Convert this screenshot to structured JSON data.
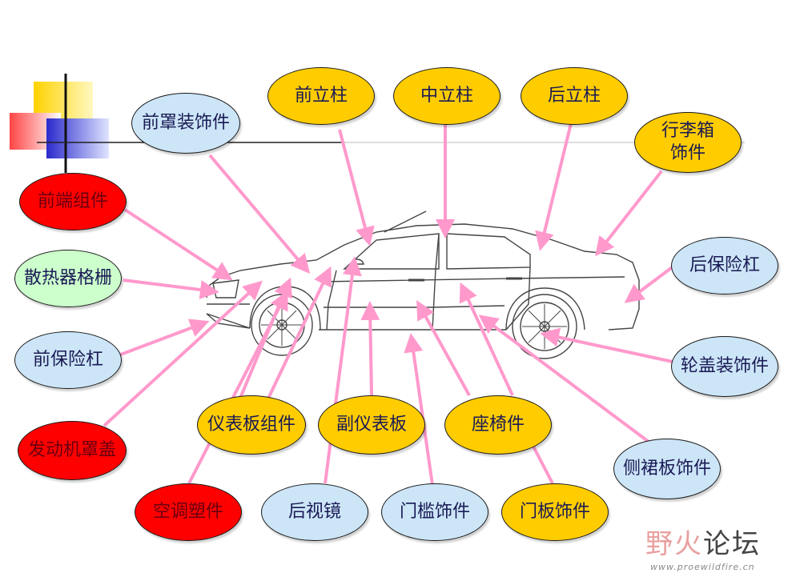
{
  "labels": {
    "qian_li_zhu": "前立柱",
    "zhong_li_zhu": "中立柱",
    "hou_li_zhu": "后立柱",
    "xing_li_xiang": "行李箱\n饰件",
    "qian_zhao": "前罩装饰件",
    "qian_duan": "前端组件",
    "san_re_qi": "散热器格栅",
    "qian_bao_xian": "前保险杠",
    "fa_dong_ji": "发动机罩盖",
    "hou_bao_xian": "后保险杠",
    "lun_gai": "轮盖装饰件",
    "ce_qun_ban": "侧裙板饰件",
    "yi_biao_ban": "仪表板组件",
    "fu_yi_biao_ban": "副仪表板",
    "zuo_yi": "座椅件",
    "kong_tiao": "空调塑件",
    "hou_shi_jing": "后视镜",
    "men_kan": "门槛饰件",
    "men_ban": "门板饰件"
  },
  "colors": {
    "yellow": "#ffcc00",
    "light_blue": "#cce5f7",
    "red": "#ff0000",
    "light_green": "#ccffcc",
    "arrow_pink": "#ff99cc"
  },
  "watermark": {
    "title_part1": "野火",
    "title_part2": "论坛",
    "url": "www.proewildfire.cn"
  }
}
